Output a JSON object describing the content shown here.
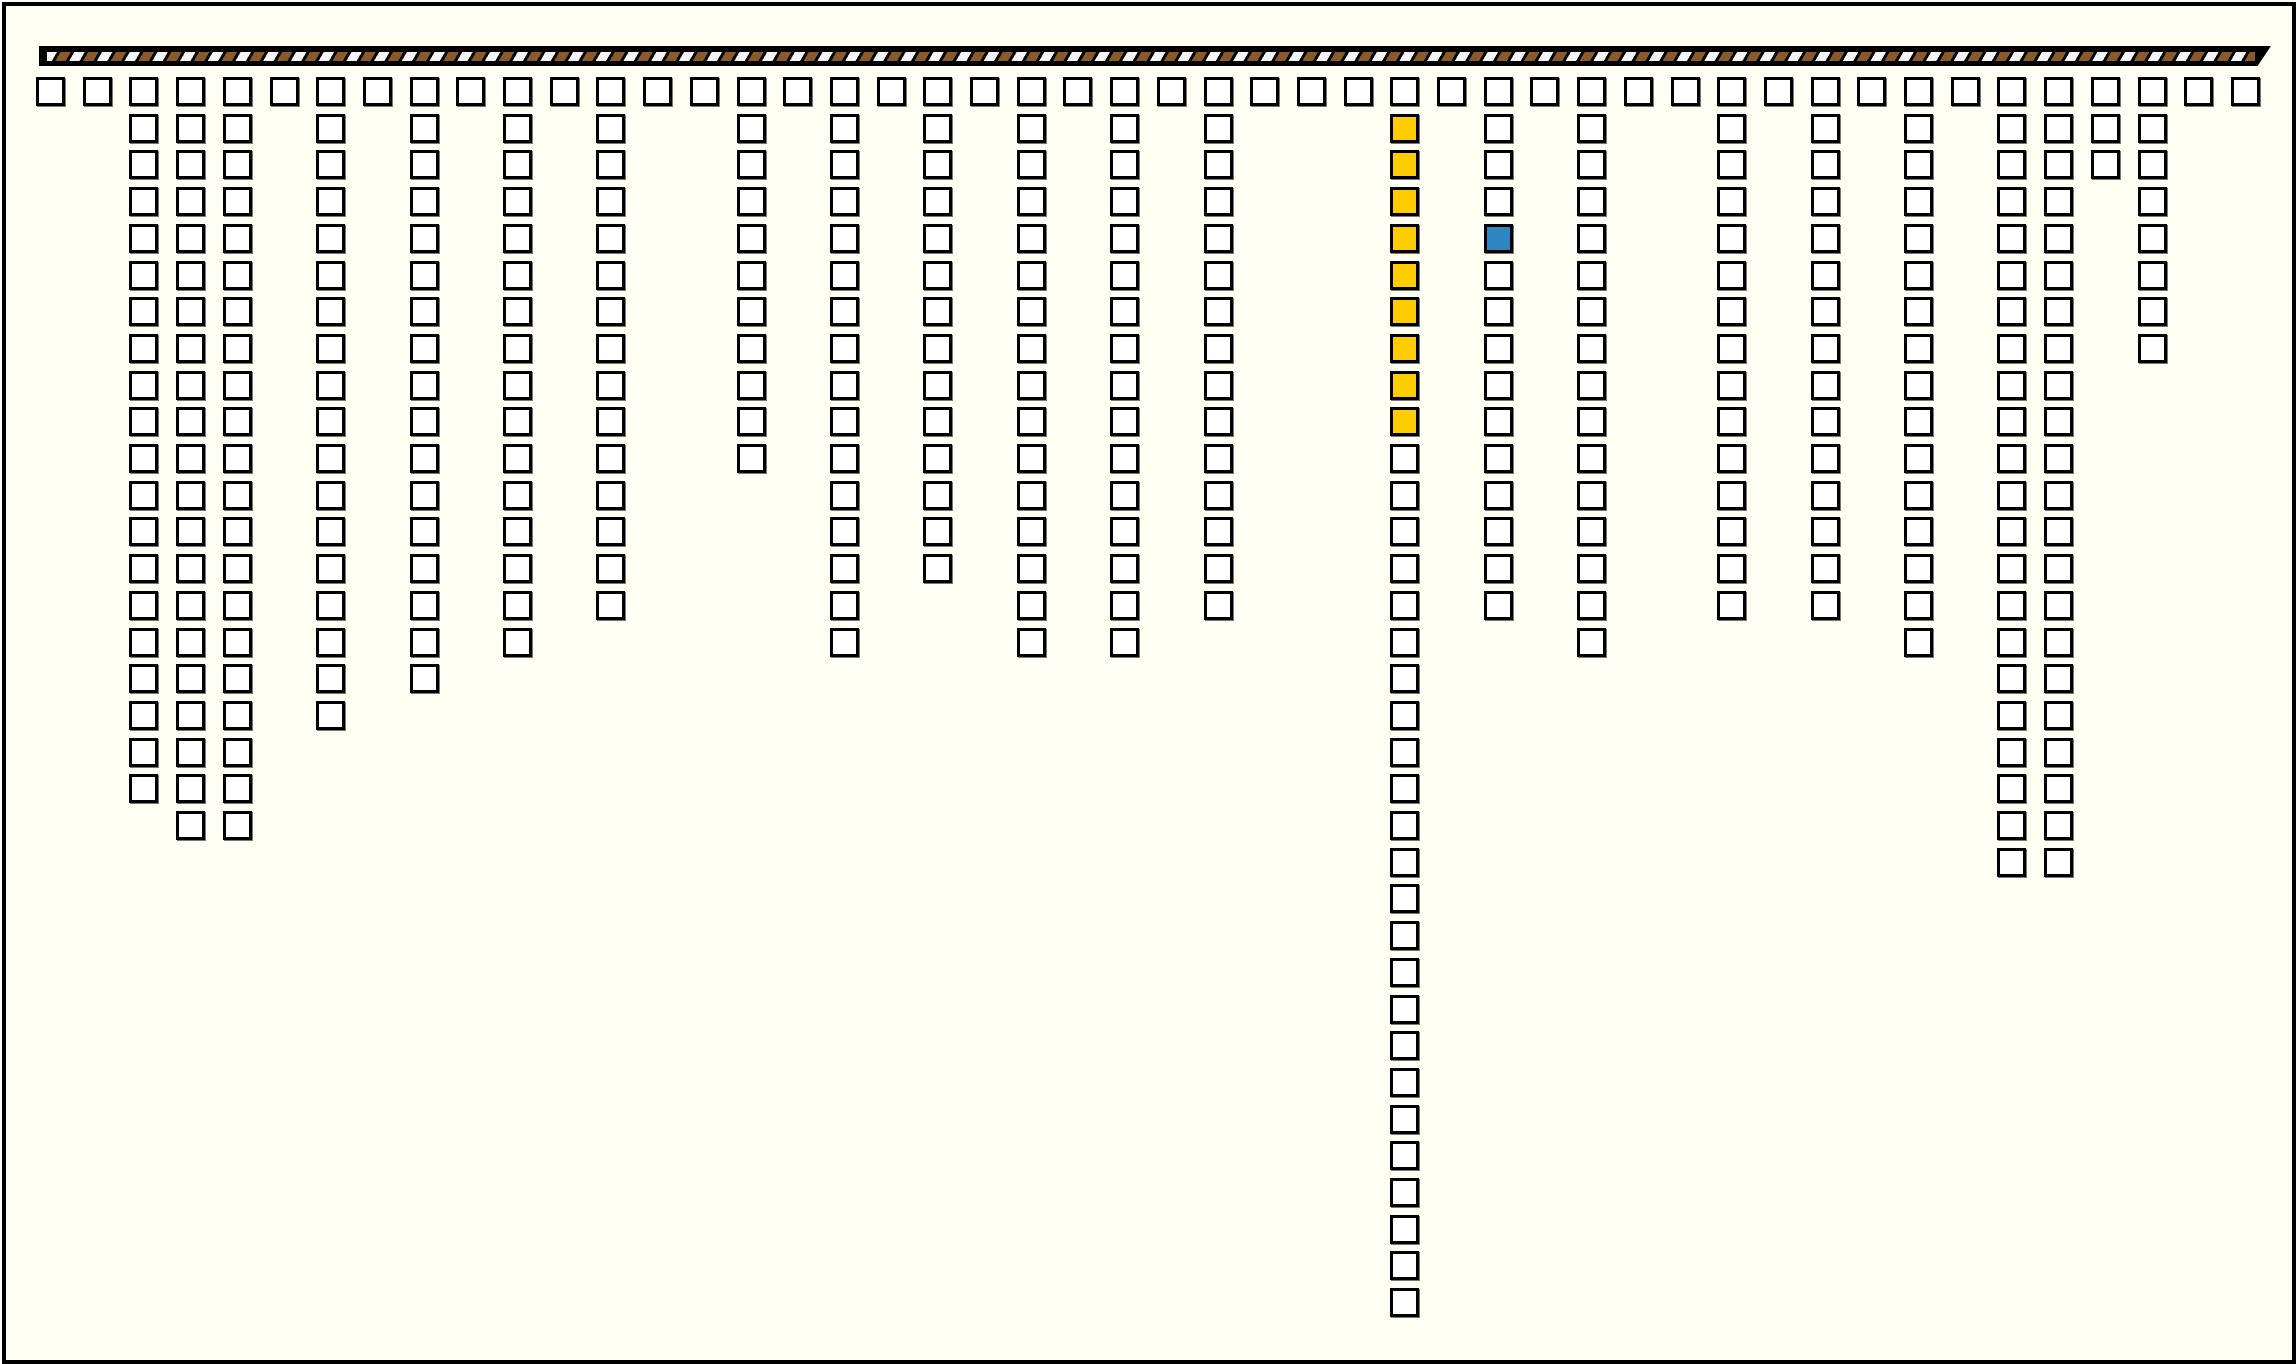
{
  "colors": {
    "background": "#fffff4",
    "cell": "#ffffff",
    "highlight_yellow": "#ffcc00",
    "highlight_blue": "#2e86c1",
    "rope_brown": "#8a5a2b"
  },
  "columns": [
    1,
    1,
    20,
    21,
    21,
    1,
    18,
    1,
    17,
    1,
    16,
    1,
    15,
    1,
    1,
    11,
    1,
    16,
    1,
    14,
    1,
    16,
    1,
    16,
    1,
    15,
    1,
    1,
    1,
    34,
    1,
    15,
    1,
    16,
    1,
    1,
    15,
    1,
    15,
    1,
    16,
    1,
    22,
    22,
    3,
    8,
    1,
    1
  ],
  "highlights": [
    {
      "column": 29,
      "rows": [
        1,
        2,
        3,
        4,
        5,
        6,
        7,
        8,
        9
      ],
      "color": "yellow"
    },
    {
      "column": 31,
      "rows": [
        4
      ],
      "color": "blue"
    }
  ]
}
